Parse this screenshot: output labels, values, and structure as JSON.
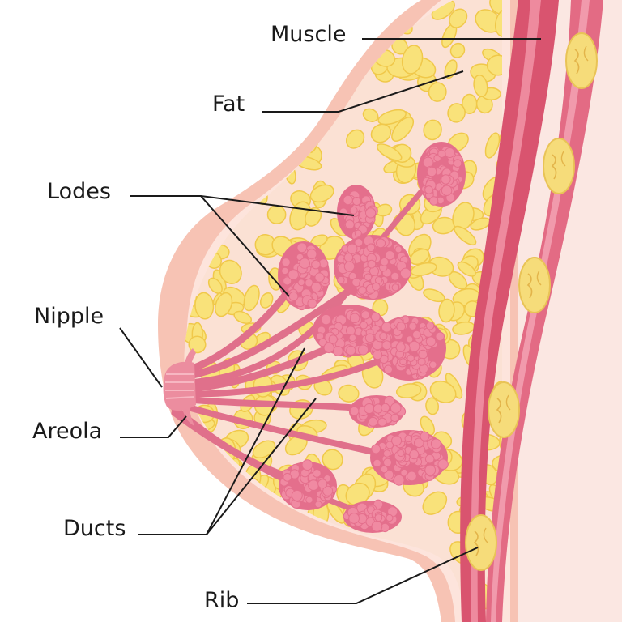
{
  "labels": {
    "muscle": "Muscle",
    "fat": "Fat",
    "lodes": "Lodes",
    "nipple": "Nipple",
    "areola": "Areola",
    "ducts": "Ducts",
    "rib": "Rib"
  },
  "colors": {
    "skin_outer": "#f7c3b4",
    "skin_inner": "#fbded5",
    "tissue_bg": "#fbe3d8",
    "fat_fill": "#f9e27a",
    "fat_edge": "#f0c84a",
    "lobe_fill": "#e46f8c",
    "lobe_dot": "#f08aa2",
    "duct": "#e0708b",
    "muscle_dark": "#d9546f",
    "muscle_light": "#ee8a9e",
    "rib_fill": "#f6dc7a",
    "leader_line": "#1a1a1a"
  }
}
